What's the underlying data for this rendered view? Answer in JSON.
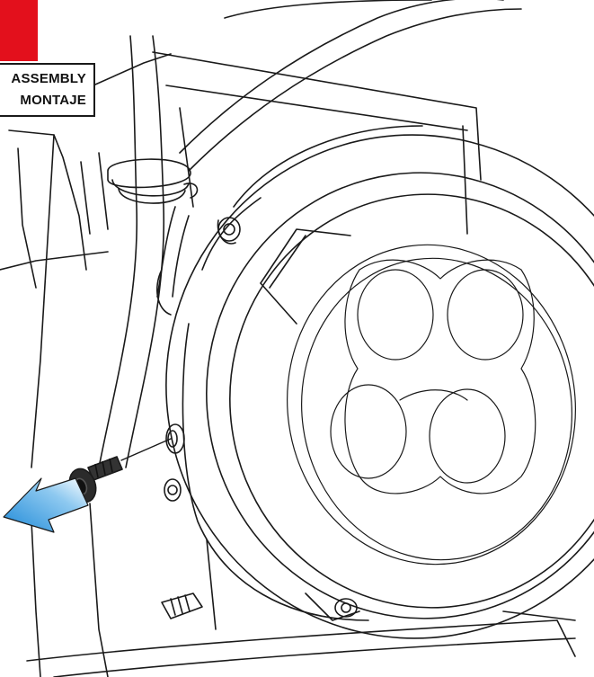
{
  "header": {
    "accent_color": "#e3101c",
    "label_line_1": "ASSEMBLY",
    "label_line_2": "MONTAJE"
  },
  "illustration": {
    "subject": "round LED work light with four-lobe lens mounted on bracket",
    "action": "remove socket-head screw from side of lamp housing",
    "arrow_color": "#2a8fd8"
  }
}
